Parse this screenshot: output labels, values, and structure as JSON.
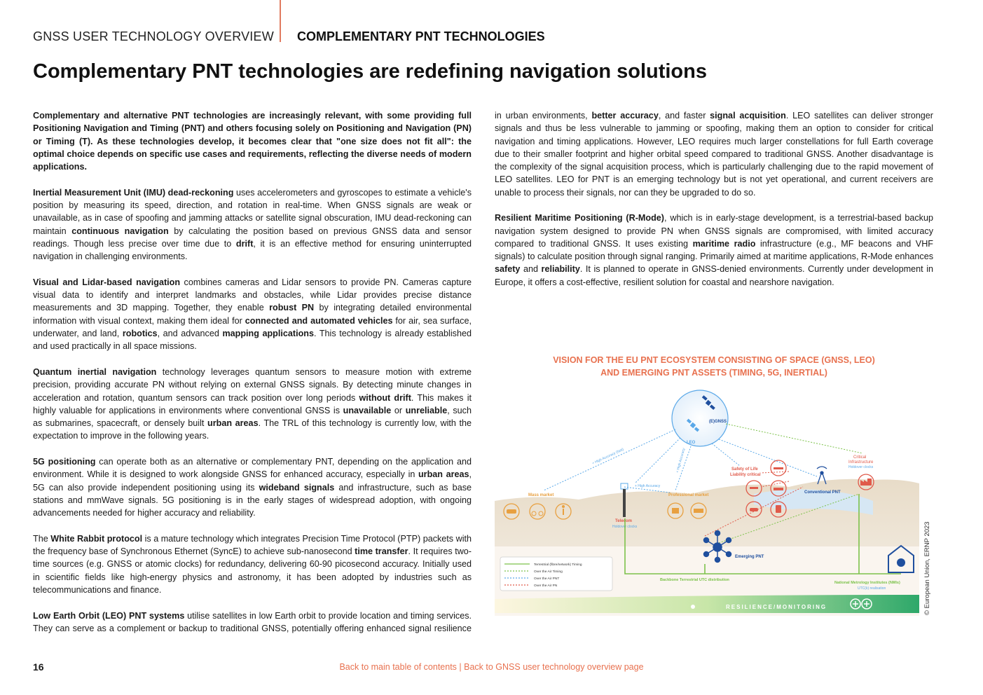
{
  "header": {
    "section": "GNSS USER TECHNOLOGY OVERVIEW",
    "subsection": "COMPLEMENTARY PNT TECHNOLOGIES"
  },
  "title": "Complementary PNT technologies are redefining navigation solutions",
  "intro": "Complementary and alternative PNT technologies are increasingly relevant, with some providing full Positioning Navigation and Timing (PNT) and others focusing solely on Positioning and Navigation (PN) or Timing (T). As these technologies develop, it becomes clear that \"one size does not fit all\": the optimal choice depends on specific use cases and requirements, reflecting the diverse needs of modern applications.",
  "sections": {
    "imu": {
      "term": "Inertial Measurement Unit (IMU) dead-reckoning",
      "t1": " uses accelerometers and gyroscopes to estimate a vehicle's position by measuring its speed, direction, and rotation in real-time. When GNSS signals are weak or unavailable, as in case of spoofing and jamming attacks or satellite signal obscuration, IMU dead-reckoning can maintain ",
      "b1": "continuous navigation",
      "t2": " by calculating the position based on previous GNSS data and sensor readings. Though less precise over time due to ",
      "b2": "drift",
      "t3": ", it is an effective method for ensuring uninterrupted navigation in challenging environments."
    },
    "visual": {
      "term": "Visual and Lidar-based navigation",
      "t1": " combines cameras and Lidar sensors to provide PN. Cameras capture visual data to identify and interpret landmarks and obstacles, while Lidar provides precise distance measurements and 3D mapping. Together, they enable ",
      "b1": "robust PN",
      "t2": " by integrating detailed environmental information with visual context, making them ideal for ",
      "b2": "connected and automated vehicles",
      "t3": " for air, sea surface, underwater, and land, ",
      "b3": "robotics",
      "t4": ", and advanced ",
      "b4": "mapping applications",
      "t5": ". This technology is already established and used practically in all space missions."
    },
    "quantum": {
      "term": "Quantum inertial navigation",
      "t1": " technology leverages quantum sensors to measure motion with extreme precision, providing accurate PN without relying on external GNSS signals. By detecting minute changes in acceleration and rotation, quantum sensors can track position over long periods ",
      "b1": "without drift",
      "t2": ". This makes it highly valuable for applications in environments where conventional GNSS is ",
      "b2": "unavailable",
      "t3": " or ",
      "b3": "unreliable",
      "t4": ", such as submarines, spacecraft, or densely built ",
      "b4": "urban areas",
      "t5": ". The TRL of this technology is currently low, with the expectation to improve in the following years."
    },
    "fiveg": {
      "term": "5G positioning",
      "t1": " can operate both as an alternative or complementary PNT, depending on the application and environment. While it is designed to work alongside GNSS for enhanced accuracy, especially in ",
      "b1": "urban areas",
      "t2": ", 5G can also provide independent positioning using its ",
      "b2": "wideband signals",
      "t3": " and infrastructure, such as base stations and mmWave signals. 5G positioning is in the early stages of widespread adoption, with ongoing advancements needed for higher accuracy and reliability."
    },
    "wr": {
      "t0": "The ",
      "term": "White Rabbit protocol",
      "t1": " is a mature technology which integrates Precision Time Protocol (PTP) packets with the frequency base of Synchronous Ethernet (SyncE) to achieve sub-nanosecond ",
      "b1": "time transfer",
      "t2": ". It requires two-time sources (e.g. GNSS or atomic clocks) for redundancy, delivering 60-90 picosecond accuracy. Initially used in scientific fields like high-energy physics and astronomy, it has been adopted by industries such as telecommunications and finance."
    },
    "leo": {
      "term": "Low Earth Orbit (LEO) PNT systems",
      "t1": " utilise satellites in low Earth orbit to provide location and timing services. They can serve as a complement or backup to traditional GNSS, potentially offering enhanced signal resilience in urban environments, ",
      "b1": "better accuracy",
      "t2": ", and faster ",
      "b2": "signal acquisition",
      "t3": ". LEO satellites can deliver stronger signals and thus be less vulnerable to jamming or spoofing, making them an option to consider for critical navigation and timing applications. However, LEO requires much larger constellations for full Earth coverage due to their smaller footprint and higher orbital speed compared to traditional GNSS. Another disadvantage is the complexity of the signal acquisition process, which is particularly challenging due to the rapid movement of LEO satellites. LEO for PNT is an emerging technology but is not yet operational, and current receivers are unable to process their signals, nor can they be upgraded to do so."
    },
    "rmode": {
      "term": "Resilient Maritime Positioning (R-Mode)",
      "t1": ", which is in early-stage development, is a terrestrial-based backup navigation system designed to provide PN when GNSS signals are compromised, with limited accuracy compared to traditional GNSS. It uses existing ",
      "b1": "maritime radio",
      "t2": " infrastructure (e.g., MF beacons and VHF signals) to calculate position through signal ranging. Primarily aimed at maritime applications, R-Mode enhances ",
      "b2": "safety",
      "t3": " and ",
      "b3": "reliability",
      "t4": ". It is planned to operate in GNSS-denied environments. Currently under development in Europe, it offers a cost-effective, resilient solution for coastal and nearshore navigation."
    }
  },
  "figure": {
    "title_line1": "VISION FOR THE EU PNT ECOSYSTEM CONSISTING OF SPACE (GNSS, LEO)",
    "title_line2": "AND EMERGING PNT ASSETS (TIMING, 5G, INERTIAL)",
    "labels": {
      "egnss": "(E)GNSS",
      "leo": "LEO",
      "mass_market": "Mass market",
      "professional_market": "Professional market",
      "safety_of_life": "Safety of Life",
      "liability_critical": "Liability critical",
      "critical": "Critical",
      "infrastructure": "Infrastructure",
      "holdover_clocks": "Holdover clocks",
      "conventional_pnt": "Conventional PNT",
      "telecom": "Telecom",
      "telecom_clocks": "Holdover clocks",
      "emerging_pnt": "Emerging PNT",
      "backbone": "Backbone Terrestrial UTC distribution",
      "nmi": "National Metrology Institutes (NMIs)",
      "utc": "UTC(k) realisation",
      "resilience": "RESILIENCE/MONITORING",
      "high_accuracy_1": "+ High Accuracy (fast)",
      "high_accuracy_2": "+ High Accuracy",
      "high_accuracy_3": "+ High Accuracy"
    },
    "legend": [
      {
        "label": "Terrestrial (fibre/network) Timing",
        "color": "#7cc24a",
        "style": "solid"
      },
      {
        "label": "Over the Air Timing",
        "color": "#7cc24a",
        "style": "dotted"
      },
      {
        "label": "Over the Air PNT",
        "color": "#5aa8e8",
        "style": "dotted"
      },
      {
        "label": "Over the Air PN",
        "color": "#e05a4a",
        "style": "dotted"
      }
    ],
    "colors": {
      "blue": "#5aa8e8",
      "navy": "#1f4f9e",
      "green": "#7cc24a",
      "orange": "#e8a040",
      "red": "#e05a4a"
    }
  },
  "copyright": "© European Union, ERNP 2023",
  "page_number": "16",
  "footer": {
    "link1": "Back to main table of contents",
    "separator": " | ",
    "link2": "Back to GNSS user technology overview page"
  }
}
